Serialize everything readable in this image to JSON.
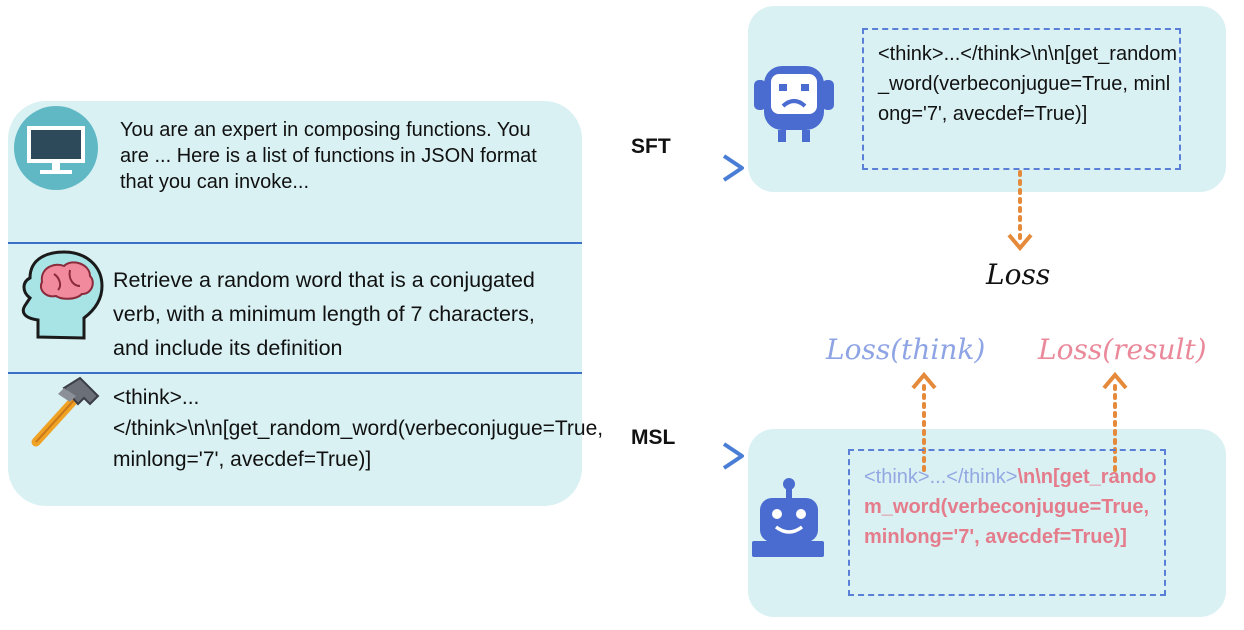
{
  "prompt_panel": {
    "system_text": "You are an expert in composing functions. You are ... Here is a list of functions in JSON format that you can invoke...",
    "user_text": "Retrieve a random word that is a conjugated verb, with a minimum length of 7 characters, and include its definition",
    "answer_text": "<think>...</think>\\n\\n[get_random_word(verbeconjugue=True, minlong='7', avecdef=True)]"
  },
  "arrows": {
    "sft_label": "SFT",
    "msl_label": "MSL"
  },
  "sft_output": {
    "text": "<think>...</think>\\n\\n[get_random_word(verbeconjugue=True, minlong='7', avecdef=True)]"
  },
  "msl_output": {
    "think_part": "<think>...</think>",
    "result_part": "\\n\\n[get_random_word(verbeconjugue=True, minlong='7', avecdef=True)]"
  },
  "losses": {
    "loss": "Loss",
    "loss_think": "Loss(think)",
    "loss_result": "Loss(result)"
  },
  "icons": [
    "monitor-icon",
    "brain-head-icon",
    "hammer-icon",
    "sad-robot-icon",
    "happy-robot-icon"
  ],
  "colors": {
    "panel": "#d9f1f3",
    "divider": "#3c6fc7",
    "think": "#93a8e2",
    "result": "#e47c8c",
    "dotted_arrow": "#e58a3a"
  }
}
